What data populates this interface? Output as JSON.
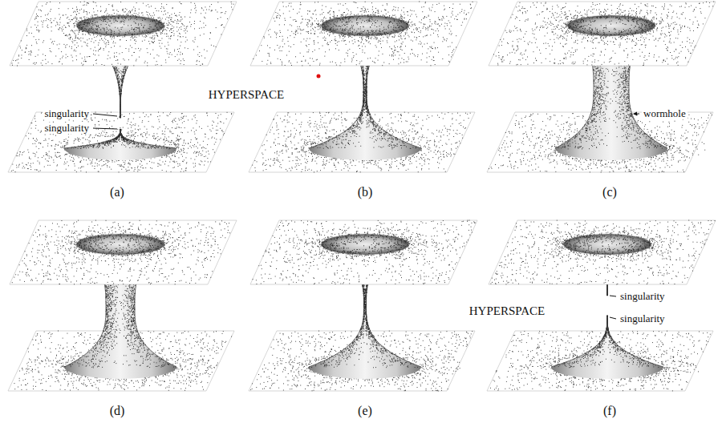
{
  "diagram": {
    "labels": [
      "singularity",
      "singularity",
      "HYPERSPACE",
      "wormhole",
      "(a)",
      "(b)",
      "(c)",
      "HYPERSPACE",
      "singularity",
      "singularity",
      "(d)",
      "(e)",
      "(f)"
    ]
  }
}
